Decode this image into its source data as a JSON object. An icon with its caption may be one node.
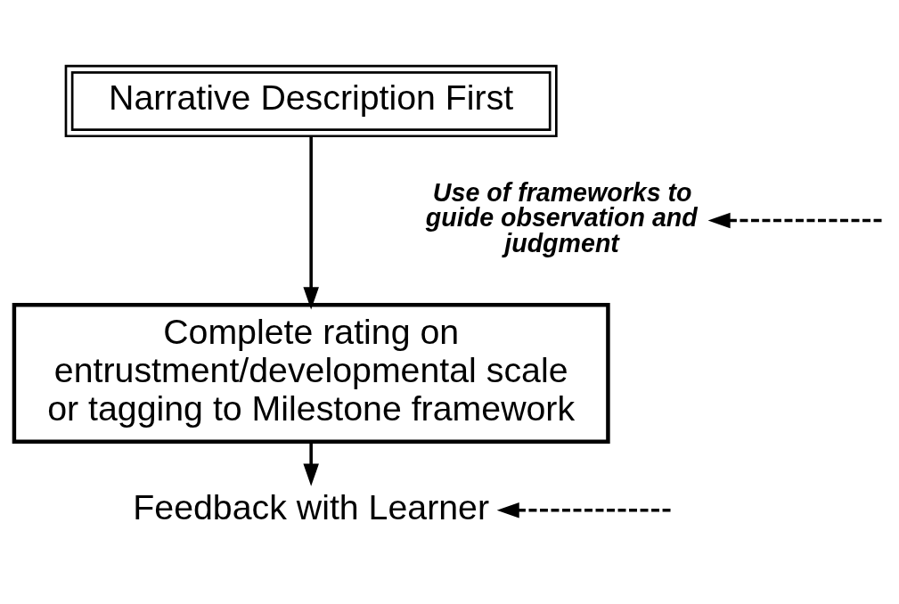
{
  "diagram": {
    "nodes": [
      {
        "text": [
          "Narrative Description First"
        ]
      },
      {
        "text": [
          "Complete rating on entrustment/developmental scale or tagging to Milestone framework"
        ]
      },
      {
        "text": [
          "Feedback with Learner"
        ]
      },
      {
        "text": [
          "Use of frameworks to guide observation and judgment"
        ]
      }
    ],
    "edges": [
      {
        "from": 0,
        "to": 1,
        "arrow": "to"
      },
      {
        "from": 1,
        "to": 2,
        "arrow": "to"
      },
      {
        "from": null,
        "to": 3,
        "arrow": "to",
        "style": "dashed"
      },
      {
        "from": null,
        "to": 2,
        "arrow": "to",
        "style": "dashed"
      }
    ]
  }
}
